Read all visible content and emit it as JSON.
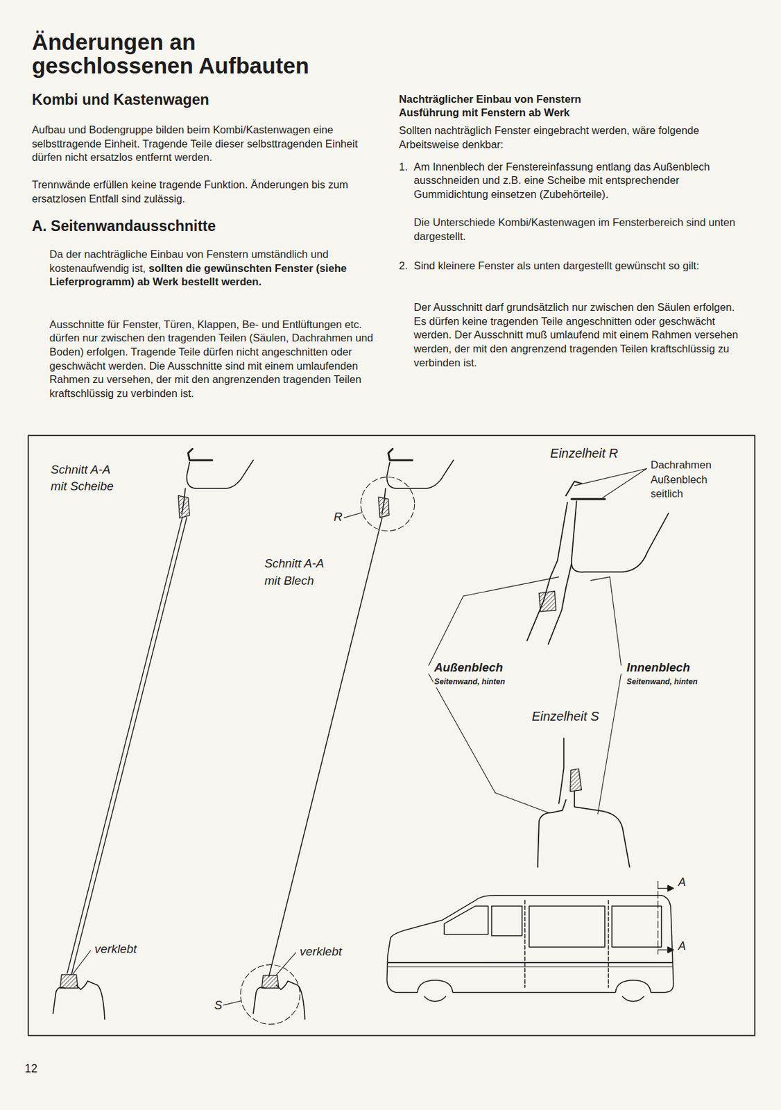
{
  "diagram": {
    "title": "Änderungen an geschlossenen Aufbauten",
    "labels": [
      "Kombi und Kastenwagen",
      "Aufbau und Bodengruppe bilden beim Kombi/Kastenwagen eine selbsttragende Einheit. Tragende Teile dieser selbsttragenden Einheit dürfen nicht ersatzlos entfernt werden.",
      "Trennwände erfüllen keine tragende Funktion. Änderungen bis zum ersatzlosen Entfall sind zulässig.",
      "A. Seitenwandausschnitte",
      "Da der nachträgliche Einbau von Fenstern umständlich und kostenaufwendig ist,",
      "sollten die gewünschten Fenster (siehe Lieferprogramm) ab Werk bestellt werden.",
      "Ausschnitte für Fenster, Türen, Klappen, Be- und Entlüftungen etc. dürfen nur zwischen den tragenden Teilen (Säulen, Dachrahmen und Boden) erfolgen. Tragende Teile dürfen nicht angeschnitten oder geschwächt werden. Die Ausschnitte sind mit einem umlaufenden Rahmen zu versehen, der mit den angrenzenden tragenden Teilen kraftschlüssig zu verbinden ist.",
      "Nachträglicher Einbau von Fenstern",
      "Ausführung mit Fenstern ab Werk",
      "Sollten nachträglich Fenster eingebracht werden, wäre folgende Arbeitsweise denkbar:",
      "1.",
      "Am Innenblech der Fenstereinfassung entlang das Außenblech ausschneiden und z.B. eine Scheibe mit entsprechender Gummidichtung einsetzen (Zubehörteile).",
      "Die Unterschiede Kombi/Kastenwagen im Fensterbereich sind unten dargestellt.",
      "2.",
      "Sind kleinere Fenster als unten dargestellt gewünscht so gilt:",
      "Der Ausschnitt darf grundsätzlich nur zwischen den Säulen erfolgen. Es dürfen keine tragenden Teile angeschnitten oder geschwächt werden. Der Ausschnitt muß umlaufend mit einem Rahmen versehen werden, der mit den angrenzend tragenden Teilen kraftschlüssig zu verbinden ist.",
      "Schnitt A-A mit Scheibe",
      "R",
      "Schnitt A-A mit Blech",
      "verklebt",
      "verklebt",
      "S",
      "Einzelheit R",
      "Dachrahmen Außenblech seitlich",
      "Außenblech",
      "Seitenwand, hinten",
      "Innenblech",
      "Seitenwand, hinten",
      "Einzelheit S",
      "A",
      "A",
      "12"
    ]
  }
}
